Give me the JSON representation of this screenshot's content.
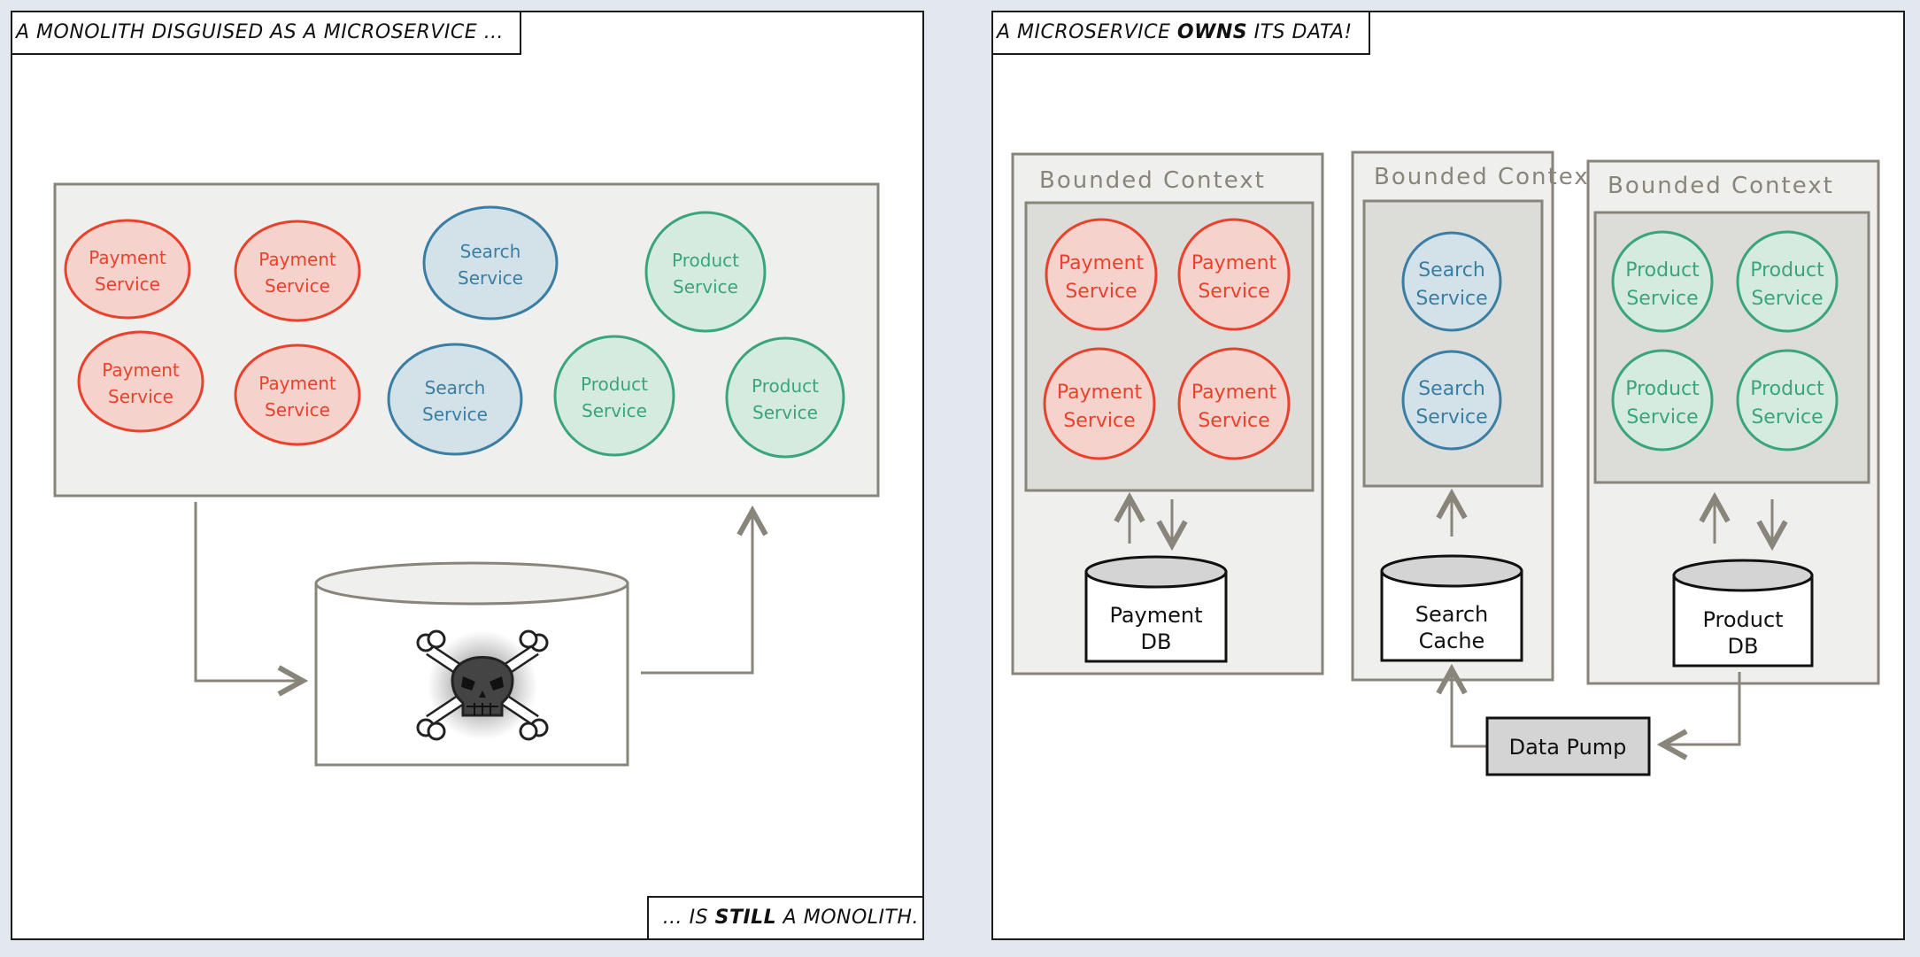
{
  "left_panel": {
    "caption_top": {
      "pre": "A MONOLITH DISGUISED AS A MICROSERVICE …",
      "bold": "",
      "post": ""
    },
    "caption_bottom": {
      "pre": "… IS ",
      "bold": "STILL",
      "post": " A MONOLITH."
    },
    "services": [
      {
        "line1": "Payment",
        "line2": "Service",
        "kind": "payment"
      },
      {
        "line1": "Payment",
        "line2": "Service",
        "kind": "payment"
      },
      {
        "line1": "Search",
        "line2": "Service",
        "kind": "search"
      },
      {
        "line1": "Product",
        "line2": "Service",
        "kind": "product"
      },
      {
        "line1": "Payment",
        "line2": "Service",
        "kind": "payment"
      },
      {
        "line1": "Payment",
        "line2": "Service",
        "kind": "payment"
      },
      {
        "line1": "Search",
        "line2": "Service",
        "kind": "search"
      },
      {
        "line1": "Product",
        "line2": "Service",
        "kind": "product"
      },
      {
        "line1": "Product",
        "line2": "Service",
        "kind": "product"
      }
    ],
    "database_icon": "skull-and-crossbones-icon"
  },
  "right_panel": {
    "caption_top": {
      "pre": "A MICROSERVICE ",
      "bold": "OWNS",
      "post": " ITS DATA!"
    },
    "contexts": [
      {
        "label": "Bounded Context",
        "services": [
          {
            "line1": "Payment",
            "line2": "Service",
            "kind": "payment"
          },
          {
            "line1": "Payment",
            "line2": "Service",
            "kind": "payment"
          },
          {
            "line1": "Payment",
            "line2": "Service",
            "kind": "payment"
          },
          {
            "line1": "Payment",
            "line2": "Service",
            "kind": "payment"
          }
        ],
        "store": {
          "line1": "Payment",
          "line2": "DB"
        }
      },
      {
        "label": "Bounded Context",
        "services": [
          {
            "line1": "Search",
            "line2": "Service",
            "kind": "search"
          },
          {
            "line1": "Search",
            "line2": "Service",
            "kind": "search"
          }
        ],
        "store": {
          "line1": "Search",
          "line2": "Cache"
        }
      },
      {
        "label": "Bounded Context",
        "services": [
          {
            "line1": "Product",
            "line2": "Service",
            "kind": "product"
          },
          {
            "line1": "Product",
            "line2": "Service",
            "kind": "product"
          },
          {
            "line1": "Product",
            "line2": "Service",
            "kind": "product"
          },
          {
            "line1": "Product",
            "line2": "Service",
            "kind": "product"
          }
        ],
        "store": {
          "line1": "Product",
          "line2": "DB"
        }
      }
    ],
    "data_pump": {
      "label": "Data Pump"
    }
  },
  "colors": {
    "payment": {
      "stroke": "#e8412c",
      "fill": "#f5d3cc",
      "text": "#e8412c"
    },
    "search": {
      "stroke": "#3a7ea4",
      "fill": "#d3e1e8",
      "text": "#3a7ea4"
    },
    "product": {
      "stroke": "#3aa57c",
      "fill": "#d5ebe0",
      "text": "#3aa57c"
    },
    "line": "#8a857b",
    "monolith_fill": "#efefed",
    "context_fill": "#efefed",
    "inner_fill": "#dcdcd9"
  }
}
